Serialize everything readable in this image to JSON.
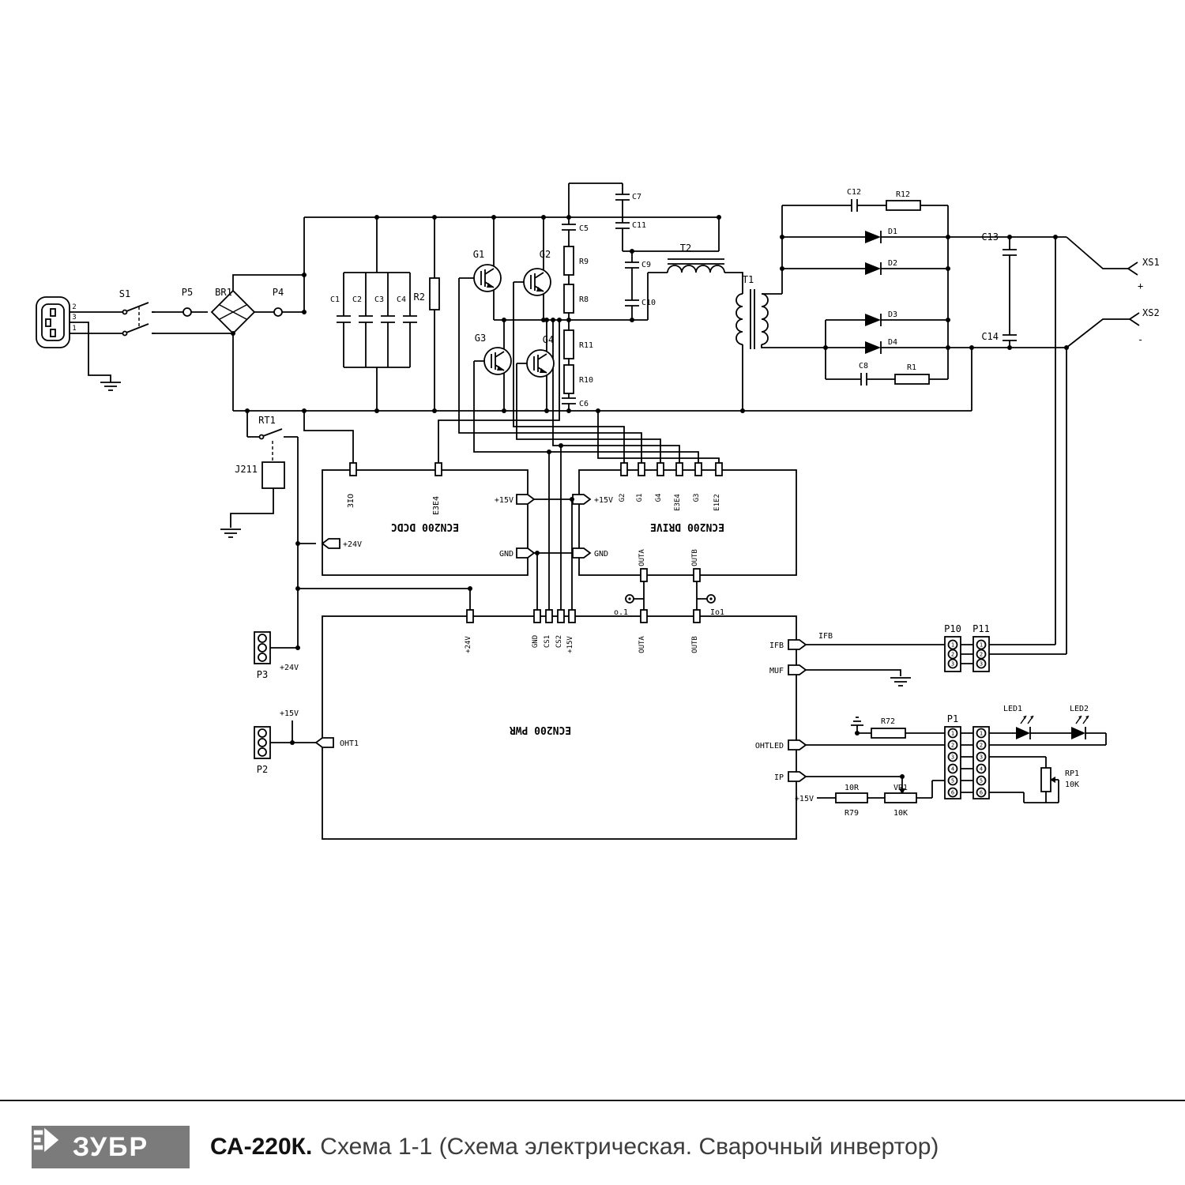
{
  "footer": {
    "logo": "ЗУБР",
    "model": "СА-220К.",
    "title": "Схема 1-1 (Схема электрическая. Сварочный инвертор)"
  },
  "connectors": {
    "three_pin": [
      "1",
      "2",
      "3"
    ],
    "six_pin": [
      "1",
      "2",
      "3",
      "4",
      "5",
      "6"
    ]
  },
  "labels": {
    "plug_2": "2",
    "plug_3": "3",
    "plug_1": "1",
    "s1": "S1",
    "p5": "P5",
    "br1": "BR1",
    "p4": "P4",
    "c1": "C1",
    "c2": "C2",
    "c3": "C3",
    "c4": "C4",
    "r2": "R2",
    "g1": "G1",
    "g2": "G2",
    "g3": "G3",
    "g4": "G4",
    "c5": "C5",
    "r9": "R9",
    "r8": "R8",
    "r11": "R11",
    "r10": "R10",
    "c6": "C6",
    "c7": "C7",
    "c11": "C11",
    "c9": "C9",
    "c10": "C10",
    "t2": "T2",
    "t1": "T1",
    "c12": "C12",
    "r12": "R12",
    "d1": "D1",
    "d2": "D2",
    "d3": "D3",
    "d4": "D4",
    "c8": "C8",
    "r1": "R1",
    "c13": "C13",
    "c14": "C14",
    "xs1": "XS1",
    "xs1_pol": "+",
    "xs2": "XS2",
    "xs2_pol": "-",
    "rt1": "RT1",
    "j211": "J211",
    "dcdc_name": "ECN200 DCDC",
    "dcdc_3io": "3IO",
    "dcdc_e3e4": "E3E4",
    "dcdc_15v": "+15V",
    "dcdc_gnd": "GND",
    "dcdc_24v": "+24V",
    "drive_name": "ECN200 DRIVE",
    "drive_g2": "G2",
    "drive_g1": "G1",
    "drive_g4": "G4",
    "drive_e3e4": "E3E4",
    "drive_g3": "G3",
    "drive_e1e2": "E1E2",
    "drive_15v": "+15V",
    "drive_gnd": "GND",
    "drive_outa": "OUTA",
    "drive_outb": "OUTB",
    "tp_a": "o.1",
    "tp_b": "Io1",
    "pwr_name": "ECN200 PWR",
    "pwr_24v": "+24V",
    "pwr_gnd": "GND",
    "pwr_cs1": "CS1",
    "pwr_cs2": "CS2",
    "pwr_15v": "+15V",
    "pwr_outa": "OUTA",
    "pwr_outb": "OUTB",
    "pwr_ifb": "IFB",
    "pwr_muf": "MUF",
    "pwr_ohtled": "OHTLED",
    "pwr_ip": "IP",
    "pwr_oht1": "OHT1",
    "p3": "P3",
    "p3_24v": "+24V",
    "p2": "P2",
    "p2_15v": "+15V",
    "ifb_net": "IFB",
    "p10": "P10",
    "p11": "P11",
    "r72": "R72",
    "p1": "P1",
    "led1": "LED1",
    "led2": "LED2",
    "rp1": "RP1",
    "rp1_val": "10K",
    "v15": "+15V",
    "r79_val": "10R",
    "r79": "R79",
    "vr1": "VR1",
    "vr1_val": "10K"
  }
}
